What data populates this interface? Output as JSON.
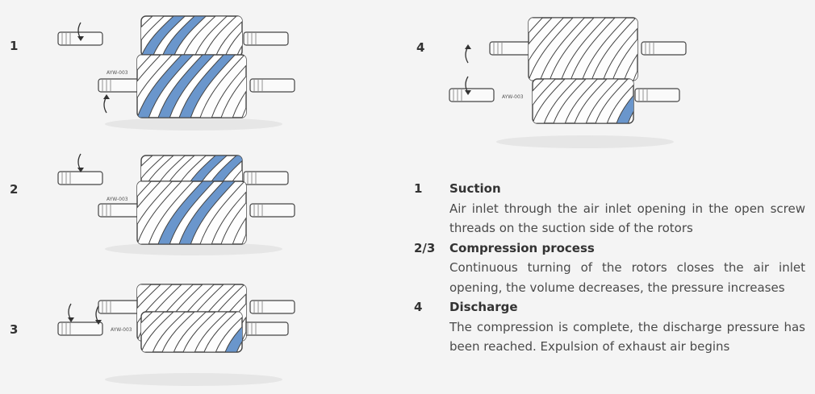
{
  "stages": [
    {
      "num": "1"
    },
    {
      "num": "2"
    },
    {
      "num": "3"
    },
    {
      "num": "4"
    }
  ],
  "rotor_tag": "AYW-003",
  "legend": [
    {
      "num": "1",
      "title": "Suction",
      "text": "Air inlet through the air inlet opening in the open screw threads on the suction side of the rotors"
    },
    {
      "num": "2/3",
      "title": "Compression process",
      "text": "Continuous turning of the rotors closes the air inlet opening, the volume decreases, the pressure increases"
    },
    {
      "num": "4",
      "title": "Discharge",
      "text": "The compression is complete, the discharge pressure has been reached. Expulsion of exhaust air begins"
    }
  ],
  "colors": {
    "highlight": "#6a96cc",
    "outline": "#444444",
    "body": "#ffffff"
  }
}
